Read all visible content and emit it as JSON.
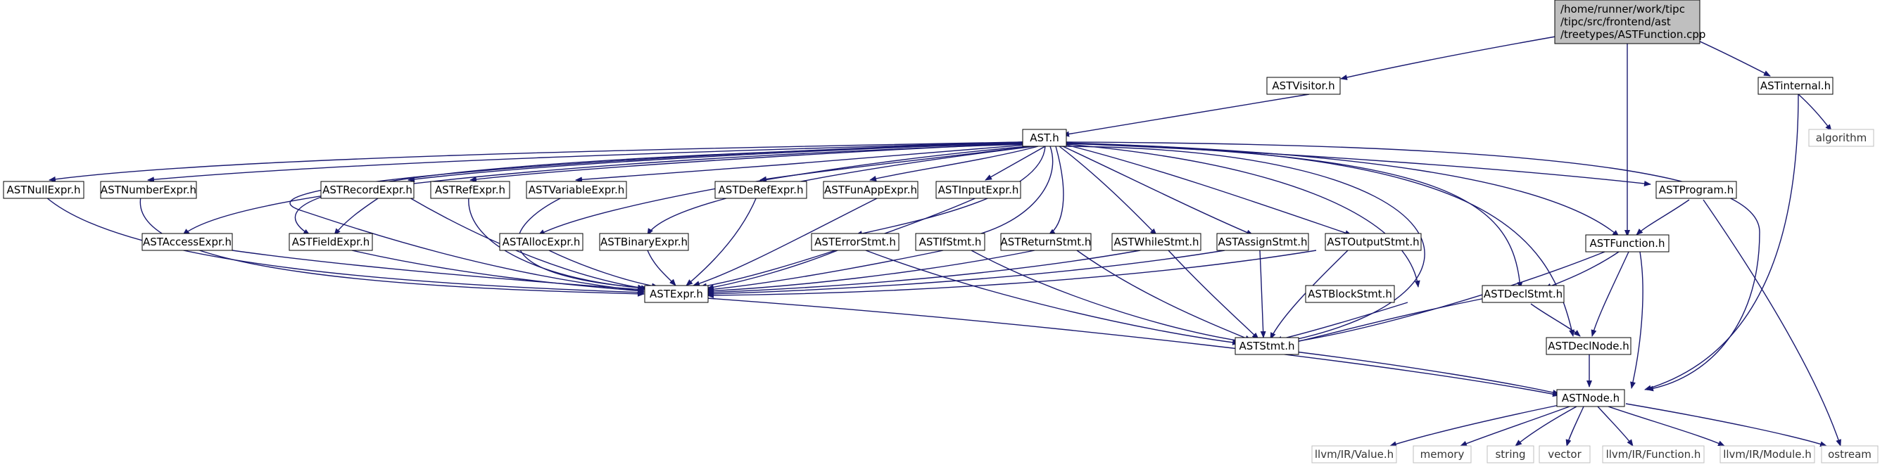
{
  "title": "/home/runner/work/tipc/tipc/src/frontend/ast/treetypes/ASTFunction.cpp",
  "colors": {
    "edge": "#191970",
    "root_fill": "#bfbfbf",
    "node_border": "#000000",
    "external_border": "#bfbfbf",
    "background": "#ffffff"
  },
  "nodes": {
    "root": {
      "lines": [
        "/home/runner/work/tipc",
        "/tipc/src/frontend/ast",
        "/treetypes/ASTFunction.cpp"
      ]
    },
    "astvisitor": {
      "label": "ASTVisitor.h"
    },
    "astinternal": {
      "label": "ASTinternal.h"
    },
    "ast": {
      "label": "AST.h"
    },
    "algorithm": {
      "label": "algorithm"
    },
    "astnullexpr": {
      "label": "ASTNullExpr.h"
    },
    "astnumberexpr": {
      "label": "ASTNumberExpr.h"
    },
    "astrecordexpr": {
      "label": "ASTRecordExpr.h"
    },
    "astrefexpr": {
      "label": "ASTRefExpr.h"
    },
    "astvariableexpr": {
      "label": "ASTVariableExpr.h"
    },
    "astderefexpr": {
      "label": "ASTDeRefExpr.h"
    },
    "astfunappexpr": {
      "label": "ASTFunAppExpr.h"
    },
    "astinputexpr": {
      "label": "ASTInputExpr.h"
    },
    "astprogram": {
      "label": "ASTProgram.h"
    },
    "astaccessexpr": {
      "label": "ASTAccessExpr.h"
    },
    "astfieldexpr": {
      "label": "ASTFieldExpr.h"
    },
    "astallocexpr": {
      "label": "ASTAllocExpr.h"
    },
    "astbinaryexpr": {
      "label": "ASTBinaryExpr.h"
    },
    "asterrorstmt": {
      "label": "ASTErrorStmt.h"
    },
    "astifstmt": {
      "label": "ASTIfStmt.h"
    },
    "astreturnstmt": {
      "label": "ASTReturnStmt.h"
    },
    "astwhilestmt": {
      "label": "ASTWhileStmt.h"
    },
    "astassignstmt": {
      "label": "ASTAssignStmt.h"
    },
    "astoutputstmt": {
      "label": "ASTOutputStmt.h"
    },
    "astfunction": {
      "label": "ASTFunction.h"
    },
    "astexpr": {
      "label": "ASTExpr.h"
    },
    "astblockstmt": {
      "label": "ASTBlockStmt.h"
    },
    "astdeclstmt": {
      "label": "ASTDeclStmt.h"
    },
    "aststmt": {
      "label": "ASTStmt.h"
    },
    "astdeclnode": {
      "label": "ASTDeclNode.h"
    },
    "astnode": {
      "label": "ASTNode.h"
    },
    "llvmvalue": {
      "label": "llvm/IR/Value.h"
    },
    "memory": {
      "label": "memory"
    },
    "string": {
      "label": "string"
    },
    "vector": {
      "label": "vector"
    },
    "llvmfunction": {
      "label": "llvm/IR/Function.h"
    },
    "llvmmodule": {
      "label": "llvm/IR/Module.h"
    },
    "ostream": {
      "label": "ostream"
    }
  }
}
